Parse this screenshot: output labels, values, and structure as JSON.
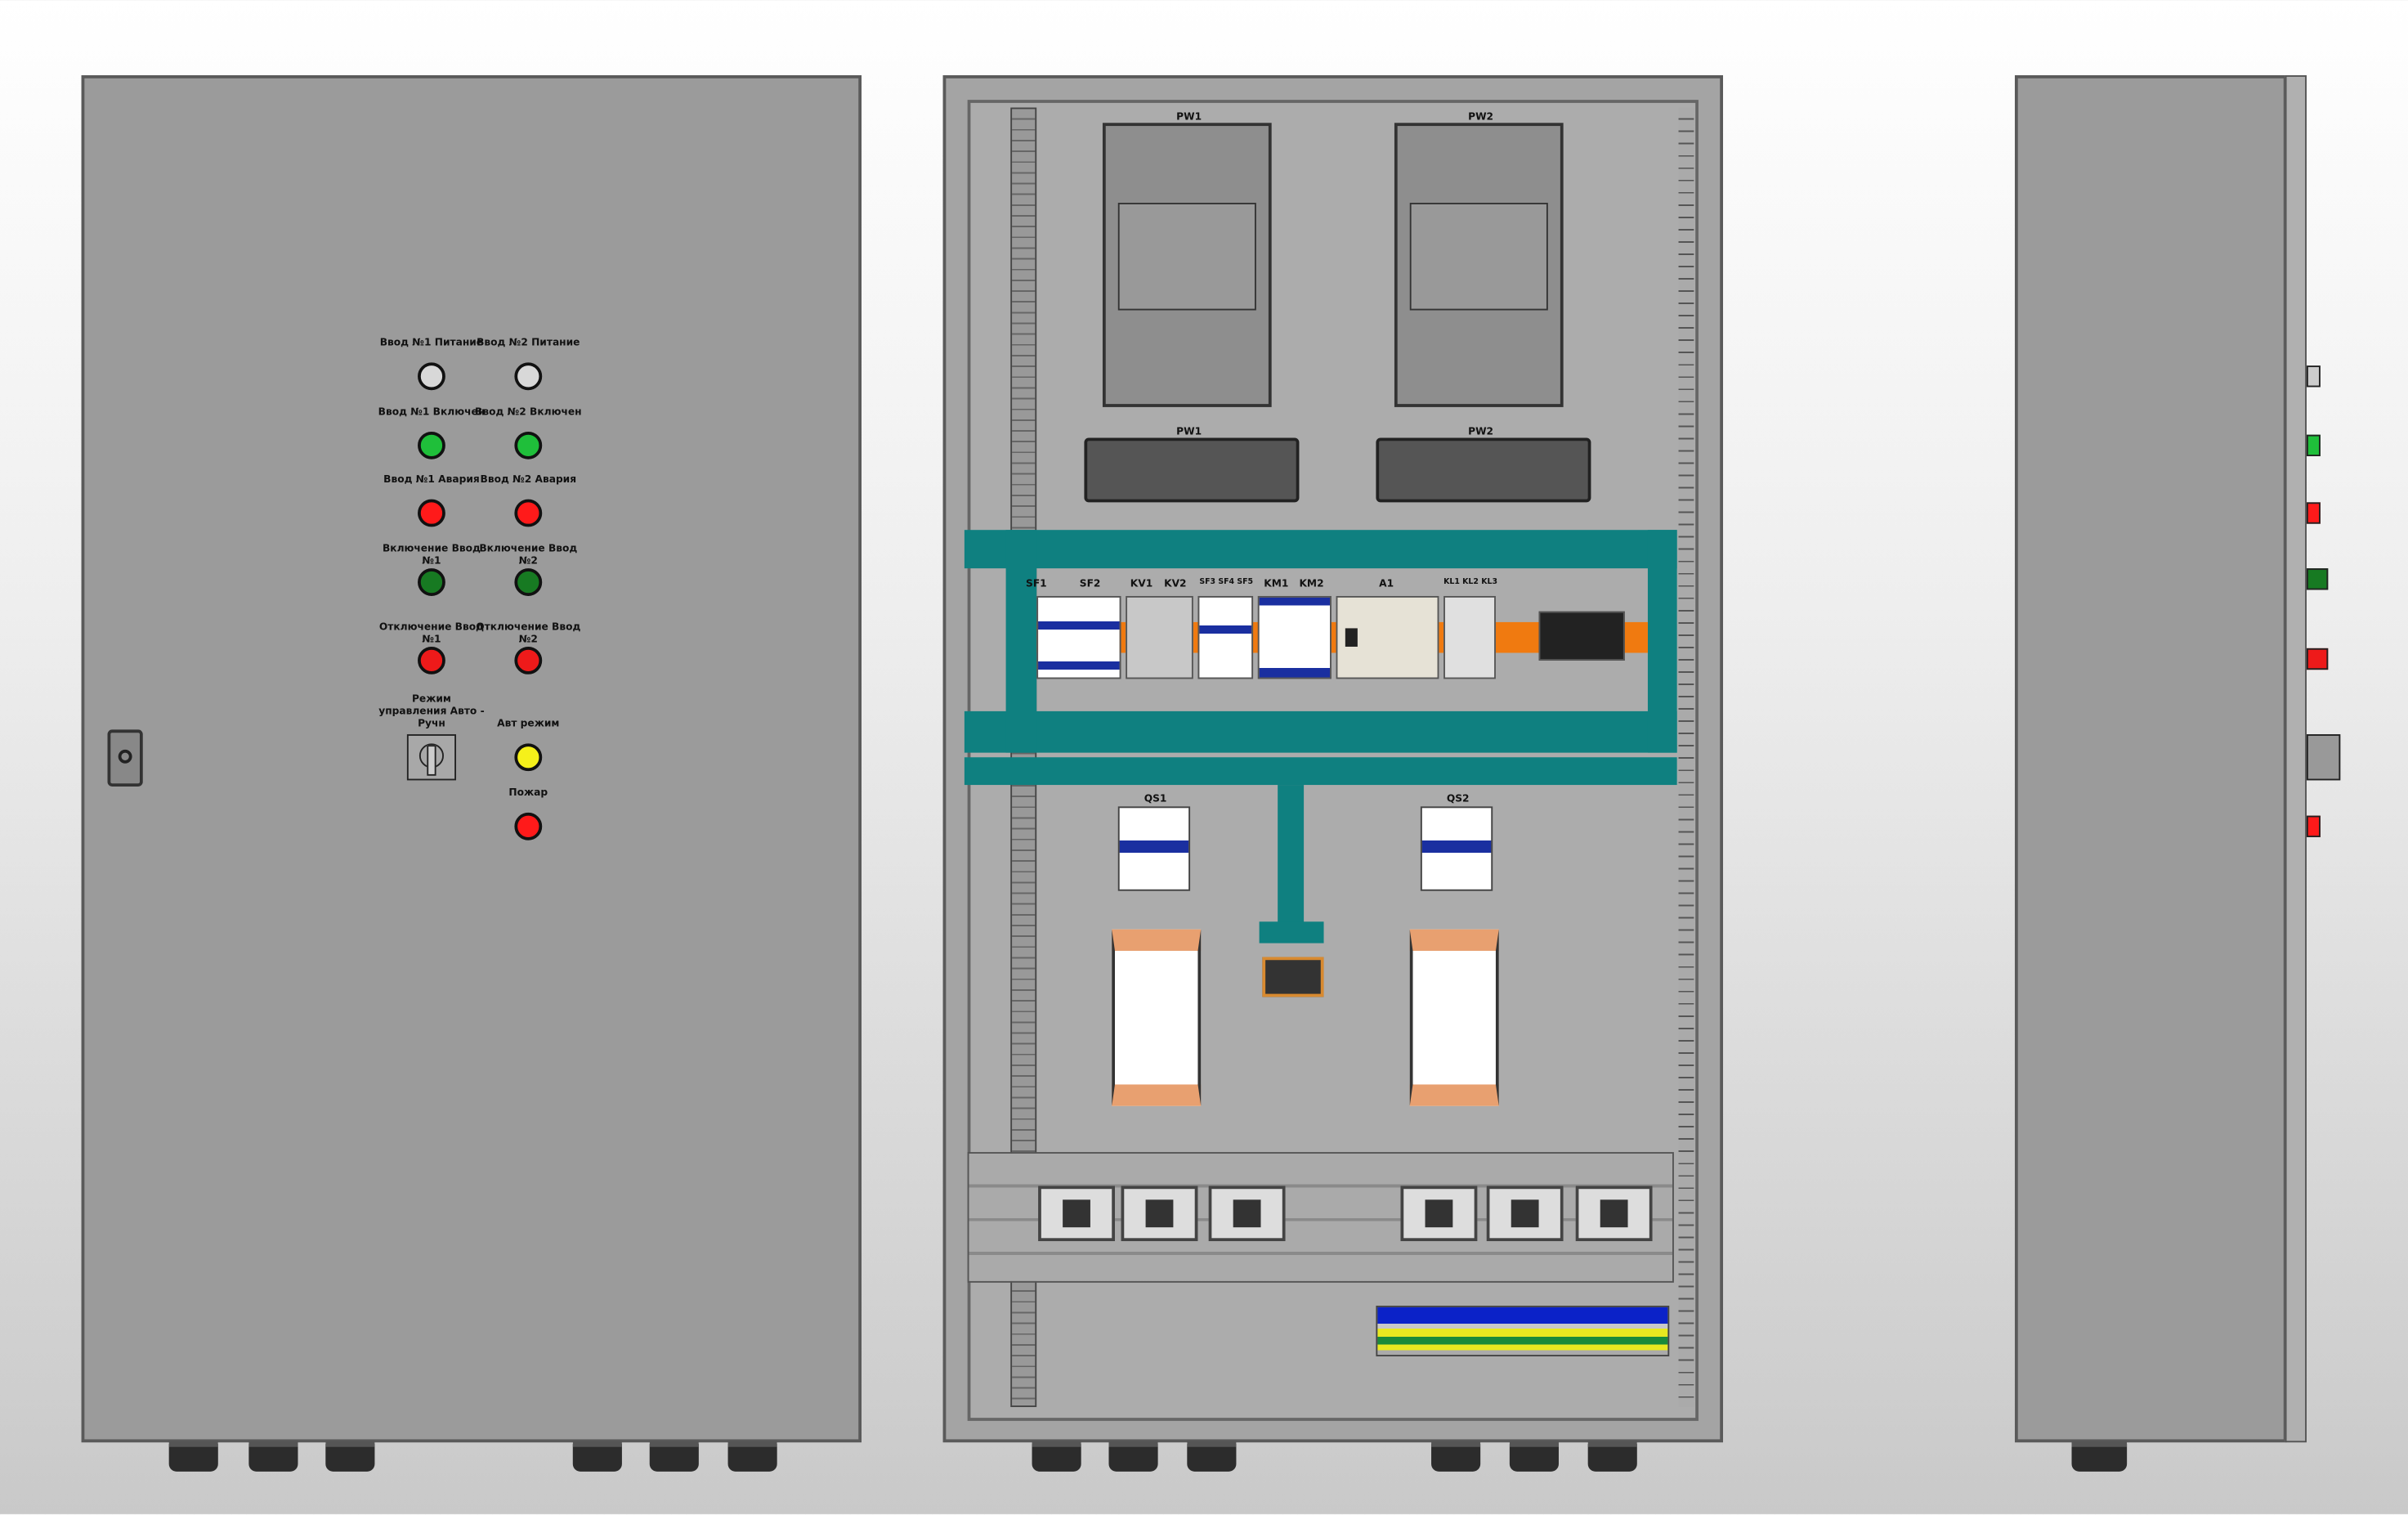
{
  "front_view": {
    "lamps": [
      {
        "label": "Ввод №1 Питание",
        "color": "#d8d8d8",
        "col": 0,
        "row": 0
      },
      {
        "label": "Ввод №2 Питание",
        "color": "#d8d8d8",
        "col": 1,
        "row": 0
      },
      {
        "label": "Ввод №1 Включен",
        "color": "#1fbf3a",
        "col": 0,
        "row": 1
      },
      {
        "label": "Ввод №2 Включен",
        "color": "#1fbf3a",
        "col": 1,
        "row": 1
      },
      {
        "label": "Ввод №1 Авария",
        "color": "#ff1a1a",
        "col": 0,
        "row": 2
      },
      {
        "label": "Ввод №2 Авария",
        "color": "#ff1a1a",
        "col": 1,
        "row": 2
      },
      {
        "label": "Включение Ввод №1",
        "color": "#177a22",
        "col": 0,
        "row": 3
      },
      {
        "label": "Включение Ввод №2",
        "color": "#177a22",
        "col": 1,
        "row": 3
      },
      {
        "label": "Отключение Ввод №1",
        "color": "#ee1a1a",
        "col": 0,
        "row": 4
      },
      {
        "label": "Отключение Ввод №2",
        "color": "#ee1a1a",
        "col": 1,
        "row": 4
      },
      {
        "label": "Авт режим",
        "color": "#f5f01a",
        "col": 1,
        "row": 5
      },
      {
        "label": "Пожар",
        "color": "#ff1a1a",
        "col": 1,
        "row": 6
      }
    ],
    "selector_switch": {
      "label": "Режим управления Авто - Ручн"
    }
  },
  "interior_view": {
    "meters": [
      "PW1",
      "PW2"
    ],
    "meter_covers": [
      "PW1",
      "PW2"
    ],
    "din_labels": [
      "SF1",
      "SF2",
      "KV1",
      "KV2",
      "SF3 SF4 SF5",
      "KM1",
      "KM2",
      "A1",
      "KL1 KL2 KL3"
    ],
    "switches": [
      "QS1",
      "QS2"
    ]
  }
}
